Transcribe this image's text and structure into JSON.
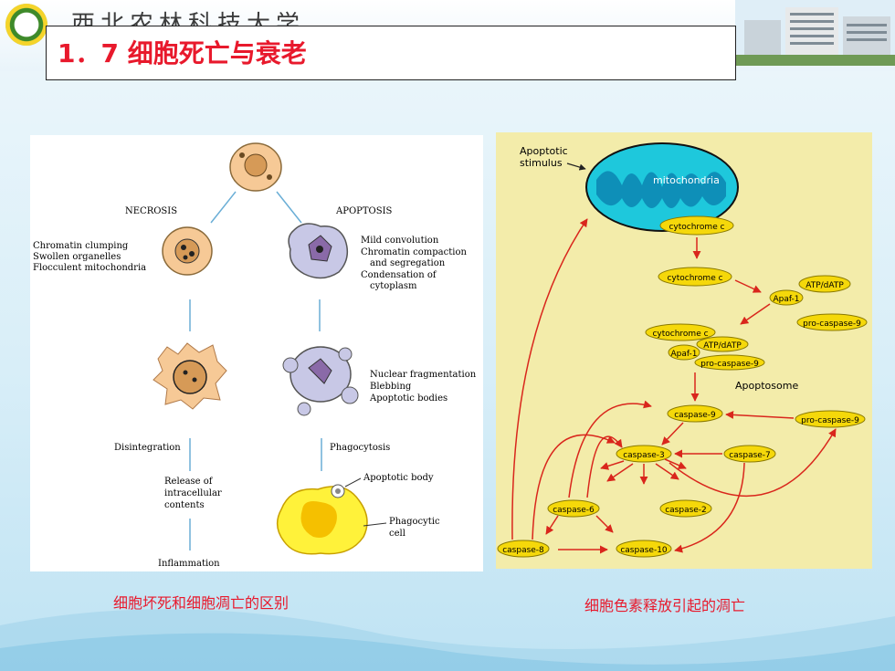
{
  "header": {
    "university_name": "西北农林科技大学",
    "title": "1．7 细胞死亡与衰老"
  },
  "left_figure": {
    "necrosis": "NECROSIS",
    "apoptosis": "APOPTOSIS",
    "necrosis_features": [
      "Chromatin clumping",
      "Swollen organelles",
      "Flocculent mitochondria"
    ],
    "apoptosis_features": [
      "Mild convolution",
      "Chromatin compaction",
      "and segregation",
      "Condensation of",
      "cytoplasm"
    ],
    "apoptosis_late_features": [
      "Nuclear fragmentation",
      "Blebbing",
      "Apoptotic bodies"
    ],
    "disintegration": "Disintegration",
    "release": [
      "Release of",
      "intracellular",
      "contents"
    ],
    "inflammation": "Inflammation",
    "phagocytosis": "Phagocytosis",
    "apoptotic_body": "Apoptotic body",
    "phagocytic_cell": [
      "Phagocytic",
      "cell"
    ],
    "caption": "细胞坏死和细胞凋亡的区别"
  },
  "right_figure": {
    "stimulus": [
      "Apoptotic",
      "stimulus"
    ],
    "mitochondria": "mitochondria",
    "cyt_c_1": "cytochrome c",
    "cyt_c_2": "cytochrome c",
    "atp_1": "ATP/dATP",
    "apaf_1": "Apaf-1",
    "procasp9_1": "pro-caspase-9",
    "cyt_c_3": "cytochrome c",
    "atp_2": "ATP/dATP",
    "apaf_2": "Apaf-1",
    "procasp9_2": "pro-caspase-9",
    "apoptosome": "Apoptosome",
    "casp9": "caspase-9",
    "procasp9_3": "pro-caspase-9",
    "casp3": "caspase-3",
    "casp7": "caspase-7",
    "casp6": "caspase-6",
    "casp2": "caspase-2",
    "casp8": "caspase-8",
    "casp10": "caspase-10",
    "caption": "细胞色素释放引起的凋亡"
  },
  "colors": {
    "title_red": "#e8192c",
    "node_yellow": "#f5d80a",
    "mito_cyan": "#1ec8dc",
    "arrow_red": "#d9261c",
    "panel_right_bg": "#f3ecaa"
  }
}
